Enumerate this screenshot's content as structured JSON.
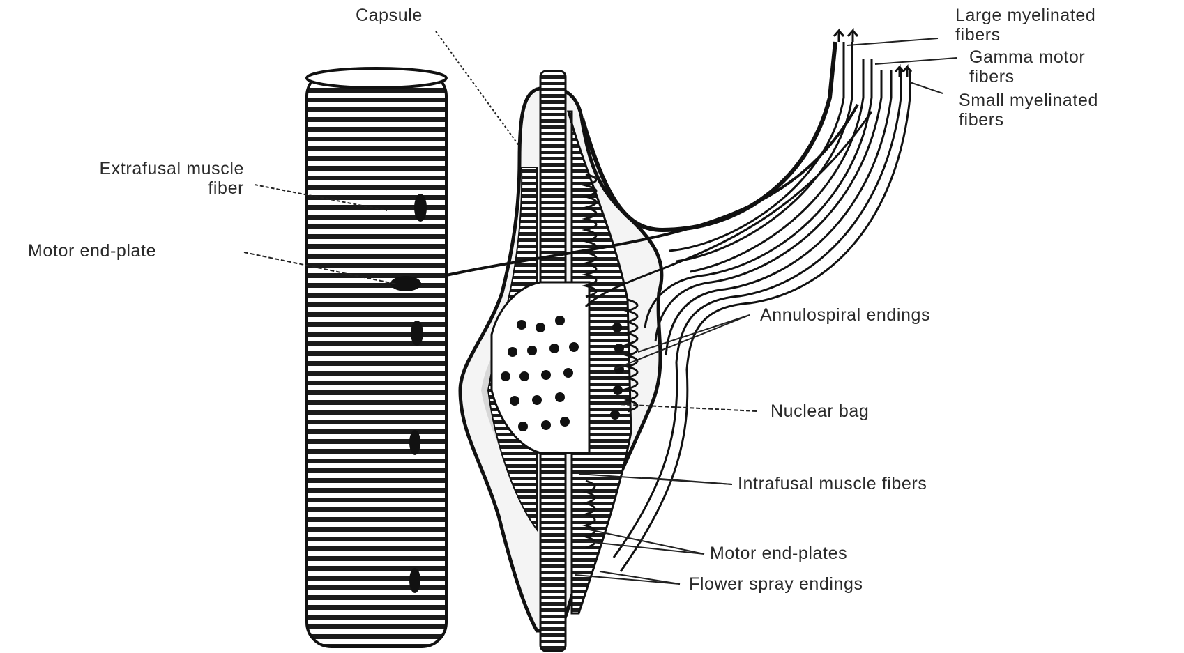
{
  "labels": {
    "capsule": "Capsule",
    "large_myelinated": "Large myelinated\nfibers",
    "gamma_motor": "Gamma motor\nfibers",
    "small_myelinated": "Small myelinated\nfibers",
    "extrafusal": "Extrafusal muscle\nfiber",
    "motor_end_plate": "Motor end-plate",
    "annulospiral": "Annulospiral endings",
    "nuclear_bag": "Nuclear bag",
    "intrafusal": "Intrafusal muscle fibers",
    "motor_end_plates": "Motor end-plates",
    "flower_spray": "Flower spray endings"
  }
}
